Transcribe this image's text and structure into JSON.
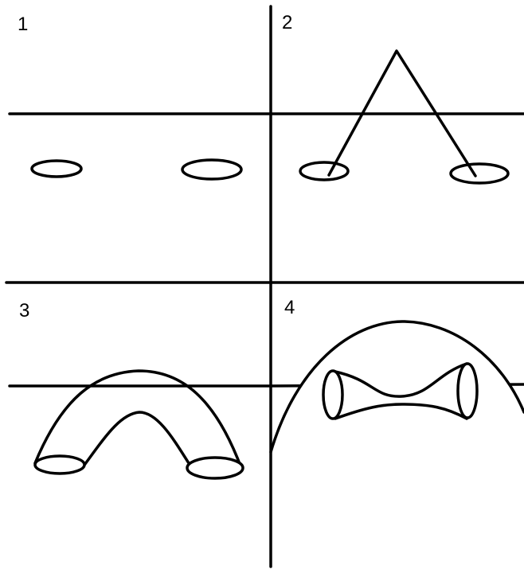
{
  "panels": [
    {
      "label": "1"
    },
    {
      "label": "2"
    },
    {
      "label": "3"
    },
    {
      "label": "4"
    }
  ],
  "colors": {
    "line": "#000000",
    "background": "#ffffff"
  }
}
